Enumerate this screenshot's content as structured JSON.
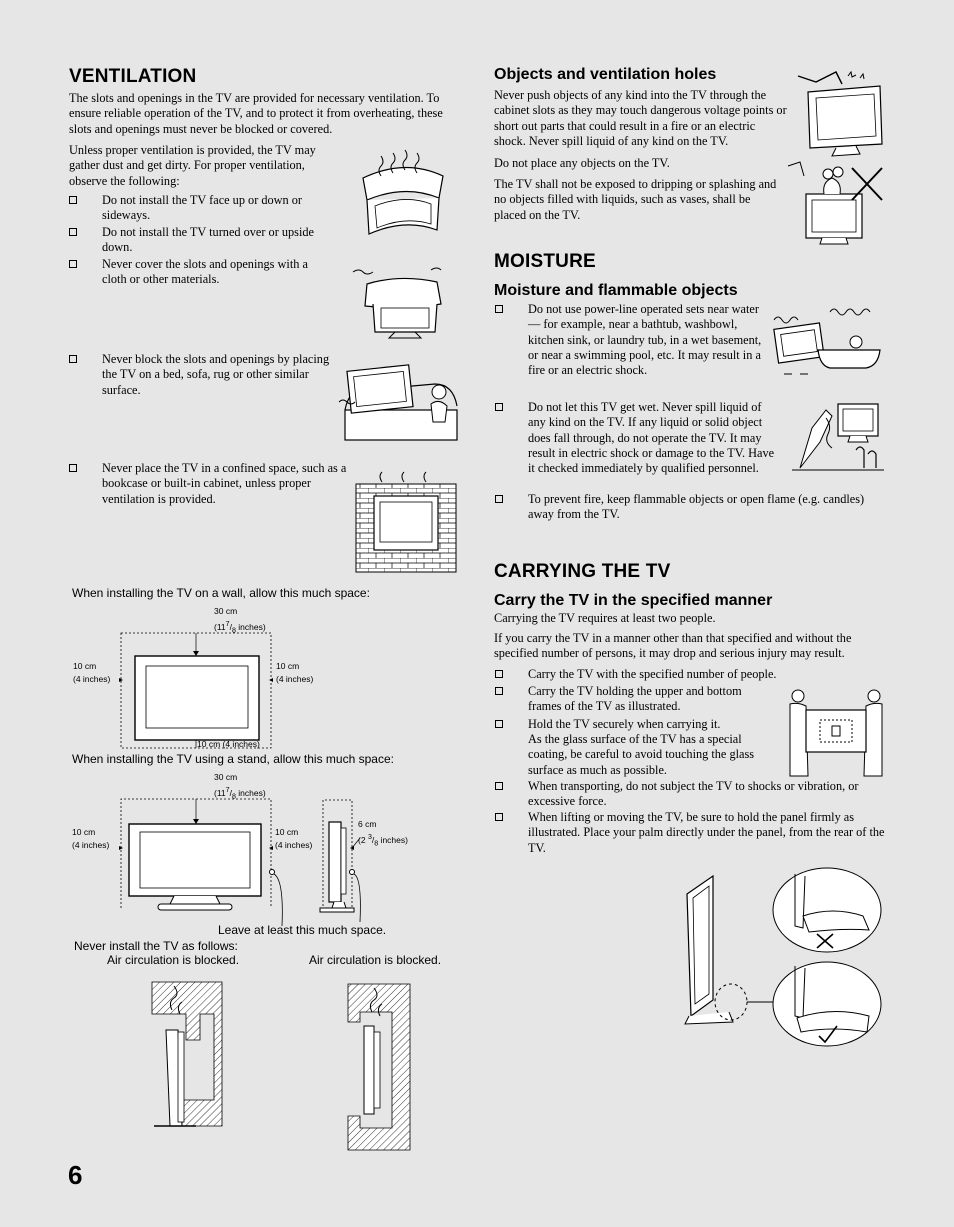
{
  "page_number": "6",
  "ventilation": {
    "heading": "VENTILATION",
    "intro1": "The slots and openings in the TV are provided for necessary ventilation. To ensure reliable operation of the TV, and to protect it from overheating, these slots and openings must never be blocked or covered.",
    "intro2": "Unless proper ventilation is provided, the TV may gather dust and get dirty. For proper ventilation, observe the following:",
    "bullets": [
      "Do not install the TV face up or down or sideways.",
      "Do not install the TV turned over or upside down.",
      "Never cover the slots and openings with a cloth or other materials.",
      "Never block the slots and openings by placing the TV on a bed, sofa, rug or other similar surface.",
      "Never place the TV in a confined space, such as a bookcase or built-in cabinet, unless proper ventilation is provided."
    ],
    "wall_caption": "When installing the TV on a wall, allow this much space:",
    "stand_caption": "When installing the TV using a stand, allow this much space:",
    "leave_caption": "Leave at least this much space.",
    "never_caption": "Never install the TV as follows:",
    "blocked_left": "Air circulation is blocked.",
    "blocked_right": "Air circulation is blocked.",
    "dims": {
      "top_cm": "30 cm",
      "top_whole": "(11",
      "top_num": "7",
      "top_den": "8",
      "top_unit": "inches)",
      "side_cm": "10 cm",
      "side_in": "(4 inches)",
      "bottom": "10 cm (4 inches)",
      "rear_cm": "6 cm",
      "rear_whole": "(2",
      "rear_num": "3",
      "rear_den": "8",
      "rear_unit": "inches)"
    }
  },
  "objects": {
    "heading": "Objects and ventilation holes",
    "p1": "Never push objects of any kind into the TV through the cabinet slots as they may touch dangerous voltage points or short out parts that could result in a fire or an electric shock. Never spill liquid of any kind on the TV.",
    "p2": "Do not place any objects on the TV.",
    "p3": "The TV shall not be exposed to dripping or splashing and no objects filled with liquids, such as vases, shall be placed on the TV."
  },
  "moisture": {
    "heading": "MOISTURE",
    "subheading": "Moisture and flammable objects",
    "bullets": [
      "Do not use power-line operated sets near water — for example, near a bathtub, washbowl, kitchen sink, or laundry tub, in a wet basement, or near a swimming pool, etc. It may result in a fire or an electric shock.",
      "Do not let this TV get wet. Never spill liquid of any kind on the TV. If any liquid or solid object does fall through, do not operate the TV. It may result in electric shock or damage to the TV. Have it checked immediately by qualified personnel.",
      "To prevent fire, keep flammable objects or open flame (e.g. candles) away from the TV."
    ]
  },
  "carrying": {
    "heading": "CARRYING THE TV",
    "subheading": "Carry the TV in the specified manner",
    "p1": "Carrying the TV requires at least two people.",
    "p2": "If you carry the TV in a manner other than that specified and without the specified number of persons, it may drop and serious injury may result.",
    "bullets": [
      "Carry the TV with the specified number of people.",
      "Carry the TV holding the upper and bottom frames of the TV as illustrated.",
      "Hold the TV securely when carrying it.",
      "When transporting, do not subject the TV to shocks or vibration, or excessive force.",
      "When lifting or moving the TV, be sure to hold the panel firmly as illustrated. Place your palm directly under the panel, from the rear of the TV."
    ],
    "hold_note": "As the glass surface of the TV has a special coating, be careful to avoid touching the glass surface as much as possible."
  }
}
